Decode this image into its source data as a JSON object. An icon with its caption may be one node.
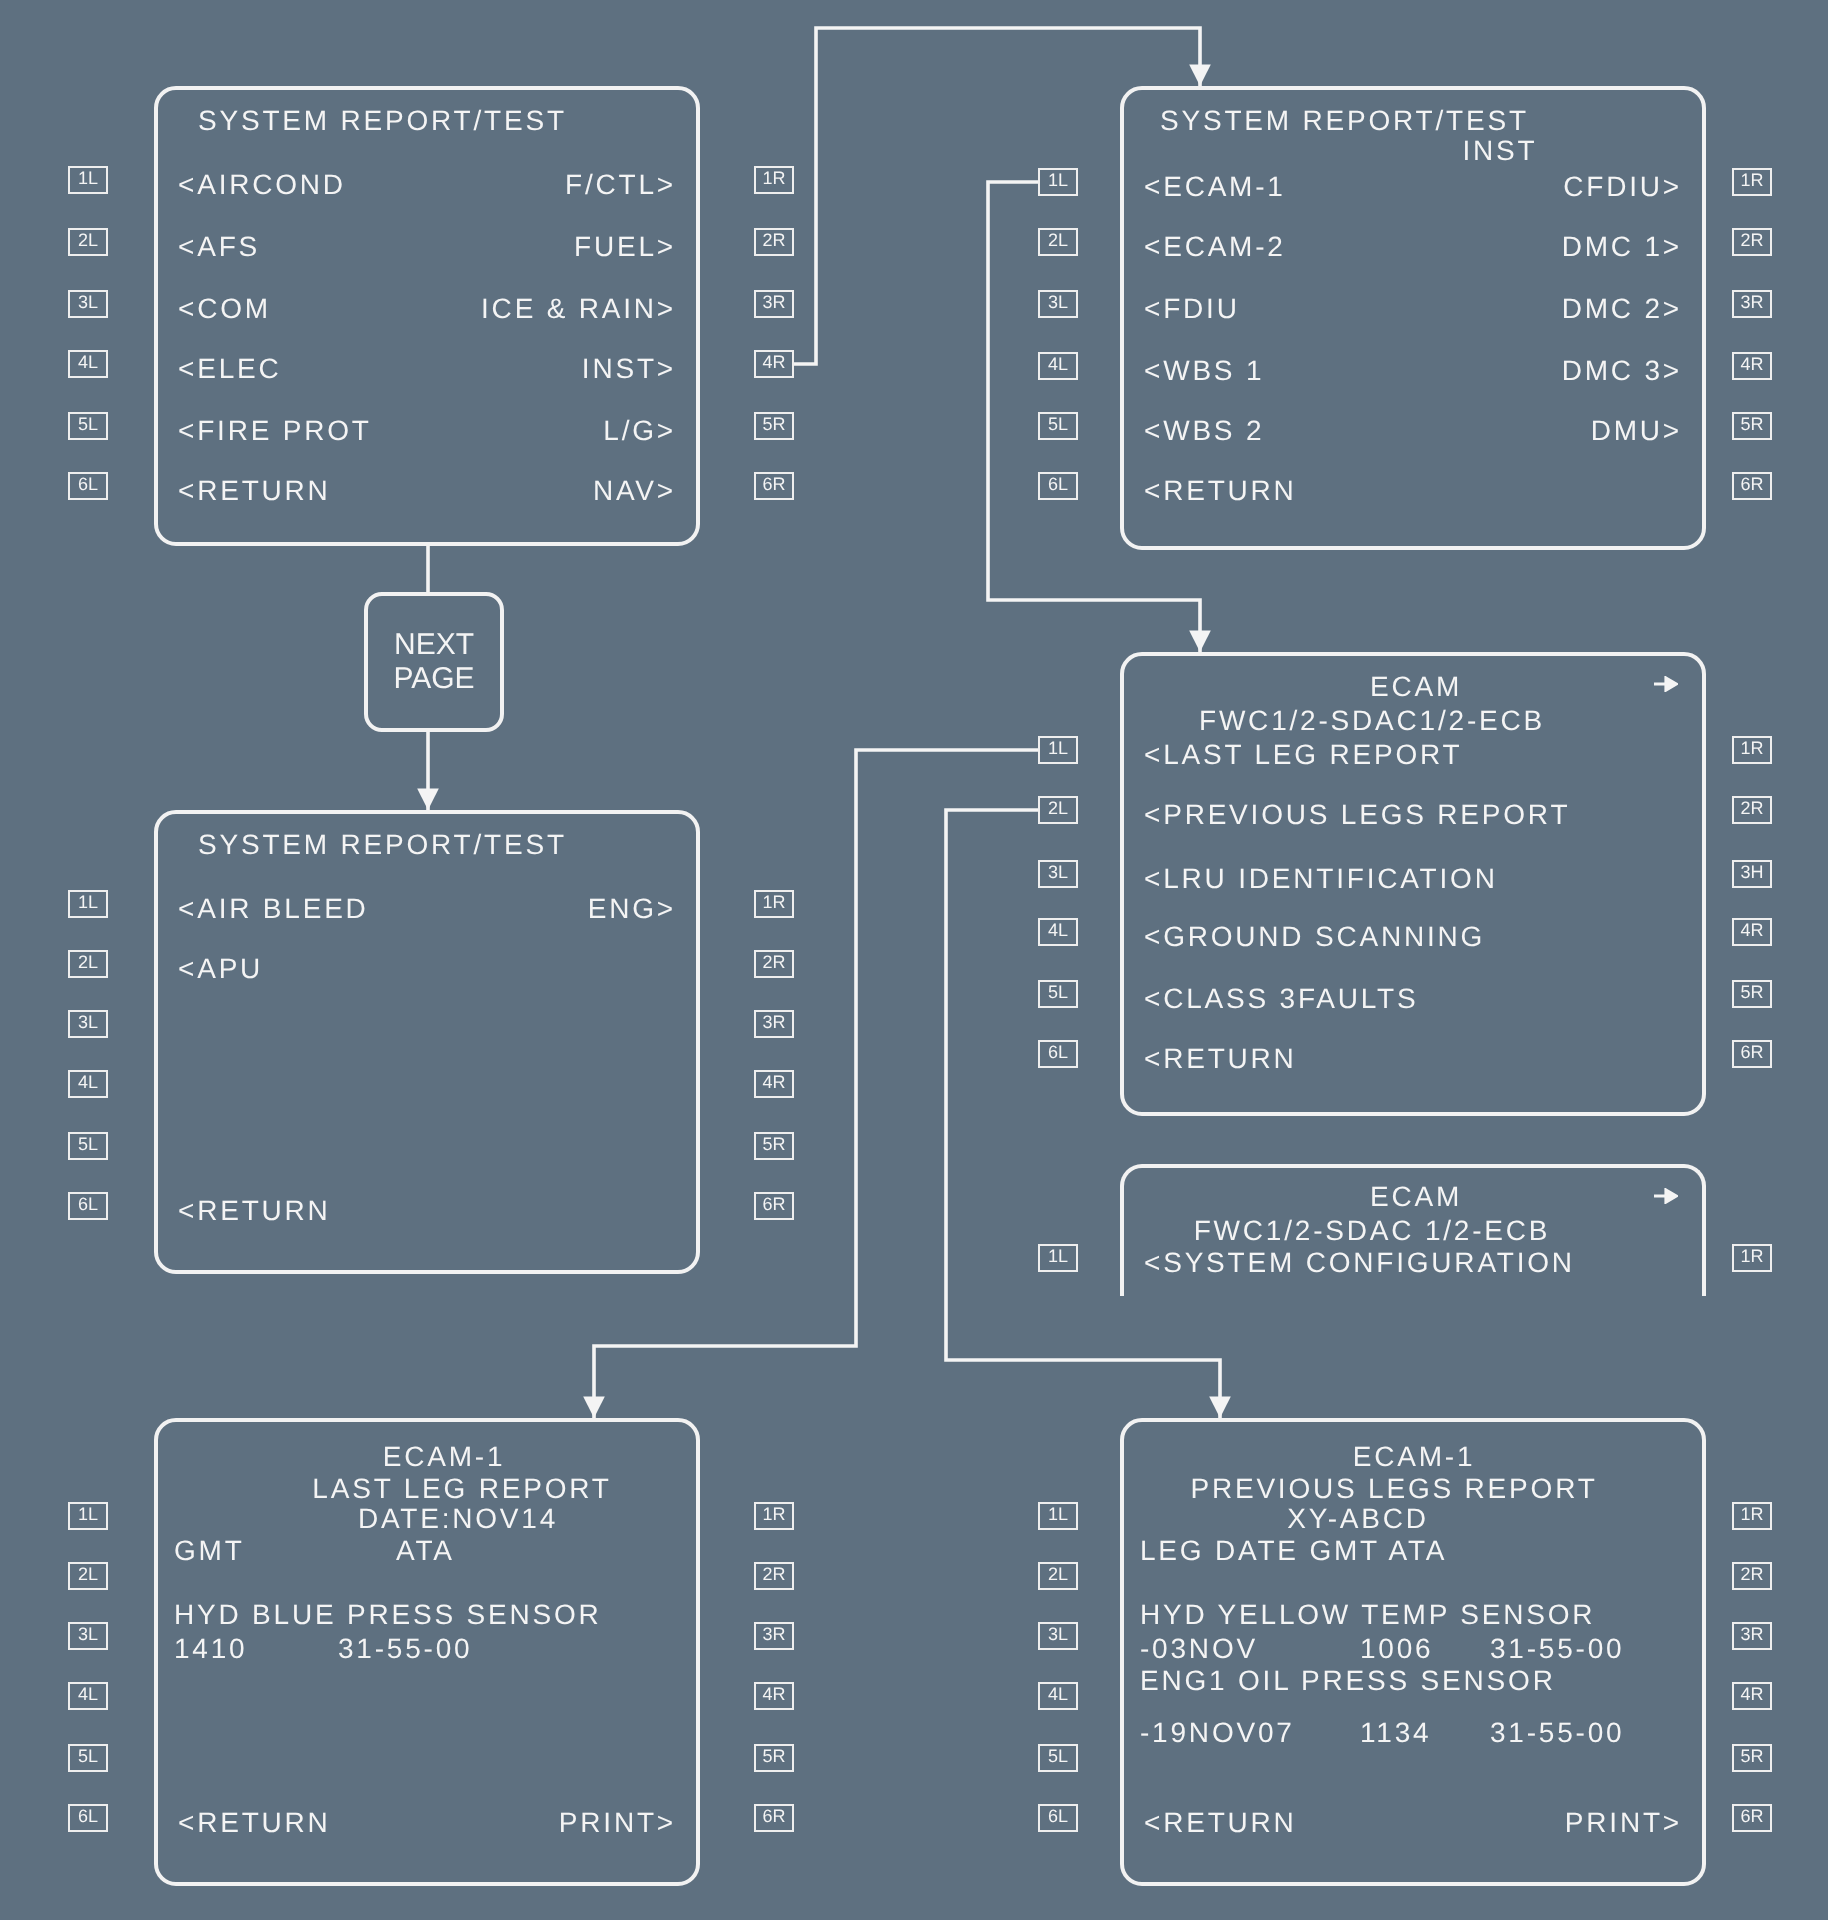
{
  "diagram": {
    "nodes": [
      {
        "text": [
          "SYSTEM REPORT/TEST",
          "<AIRCOND",
          "F/CTL>",
          "<AFS",
          "FUEL>",
          "<COM",
          "ICE & RAIN>",
          "<ELEC",
          "INST>",
          "<FIRE PROT",
          "L/G>",
          "<RETURN",
          "NAV>"
        ]
      },
      {
        "text": [
          "1L"
        ]
      },
      {
        "text": [
          "1R"
        ]
      },
      {
        "text": [
          "2L"
        ]
      },
      {
        "text": [
          "2R"
        ]
      },
      {
        "text": [
          "3L"
        ]
      },
      {
        "text": [
          "3R"
        ]
      },
      {
        "text": [
          "4L"
        ]
      },
      {
        "text": [
          "4R"
        ]
      },
      {
        "text": [
          "5L"
        ]
      },
      {
        "text": [
          "5R"
        ]
      },
      {
        "text": [
          "6L"
        ]
      },
      {
        "text": [
          "6R"
        ]
      },
      {
        "text": [
          "NEXT PAGE"
        ]
      },
      {
        "text": [
          "SYSTEM REPORT/TEST",
          "<AIR BLEED",
          "ENG>",
          "<APU",
          "<RETURN"
        ]
      },
      {
        "text": [
          "1L"
        ]
      },
      {
        "text": [
          "1R"
        ]
      },
      {
        "text": [
          "2L"
        ]
      },
      {
        "text": [
          "2R"
        ]
      },
      {
        "text": [
          "3L"
        ]
      },
      {
        "text": [
          "3R"
        ]
      },
      {
        "text": [
          "4L"
        ]
      },
      {
        "text": [
          "4R"
        ]
      },
      {
        "text": [
          "5L"
        ]
      },
      {
        "text": [
          "5R"
        ]
      },
      {
        "text": [
          "6L"
        ]
      },
      {
        "text": [
          "6R"
        ]
      },
      {
        "text": [
          "SYSTEM REPORT/TEST",
          "INST",
          "<ECAM-1",
          "CFDIU>",
          "<ECAM-2",
          "DMC 1>",
          "<FDIU",
          "DMC 2>",
          "<WBS 1",
          "DMC 3>",
          "<WBS 2",
          "DMU>",
          "<RETURN"
        ]
      },
      {
        "text": [
          "1L"
        ]
      },
      {
        "text": [
          "1R"
        ]
      },
      {
        "text": [
          "2L"
        ]
      },
      {
        "text": [
          "2R"
        ]
      },
      {
        "text": [
          "3L"
        ]
      },
      {
        "text": [
          "3R"
        ]
      },
      {
        "text": [
          "4L"
        ]
      },
      {
        "text": [
          "4R"
        ]
      },
      {
        "text": [
          "5L"
        ]
      },
      {
        "text": [
          "5R"
        ]
      },
      {
        "text": [
          "6L"
        ]
      },
      {
        "text": [
          "6R"
        ]
      },
      {
        "text": [
          "ECAM",
          "FWC1/2-SDAC1/2-ECB",
          "<LAST LEG REPORT",
          "<PREVIOUS LEGS REPORT",
          "<LRU IDENTIFICATION",
          "<GROUND SCANNING",
          "<CLASS 3FAULTS",
          "<RETURN"
        ]
      },
      {
        "text": [
          "1L"
        ]
      },
      {
        "text": [
          "1R"
        ]
      },
      {
        "text": [
          "2L"
        ]
      },
      {
        "text": [
          "2R"
        ]
      },
      {
        "text": [
          "3L"
        ]
      },
      {
        "text": [
          "3H"
        ]
      },
      {
        "text": [
          "4L"
        ]
      },
      {
        "text": [
          "4R"
        ]
      },
      {
        "text": [
          "5L"
        ]
      },
      {
        "text": [
          "5R"
        ]
      },
      {
        "text": [
          "6L"
        ]
      },
      {
        "text": [
          "6R"
        ]
      },
      {
        "text": [
          "ECAM",
          "FWC1/2-SDAC 1/2-ECB",
          "<SYSTEM CONFIGURATION"
        ]
      },
      {
        "text": [
          "1L"
        ]
      },
      {
        "text": [
          "1R"
        ]
      },
      {
        "text": [
          "ECAM-1",
          "LAST LEG REPORT",
          "DATE:NOV14",
          "GMT",
          "ATA",
          "HYD BLUE PRESS SENSOR",
          "1410",
          "31-55-00",
          "<RETURN",
          "PRINT>"
        ]
      },
      {
        "text": [
          "1L"
        ]
      },
      {
        "text": [
          "1R"
        ]
      },
      {
        "text": [
          "2L"
        ]
      },
      {
        "text": [
          "2R"
        ]
      },
      {
        "text": [
          "3L"
        ]
      },
      {
        "text": [
          "3R"
        ]
      },
      {
        "text": [
          "4L"
        ]
      },
      {
        "text": [
          "4R"
        ]
      },
      {
        "text": [
          "5L"
        ]
      },
      {
        "text": [
          "5R"
        ]
      },
      {
        "text": [
          "6L"
        ]
      },
      {
        "text": [
          "6R"
        ]
      },
      {
        "text": [
          "ECAM-1",
          "PREVIOUS LEGS REPORT",
          "XY-ABCD",
          "LEG DATE GMT ATA",
          "HYD YELLOW TEMP SENSOR",
          "-03NOV",
          "1006",
          "31-55-00",
          "ENG1 OIL PRESS SENSOR",
          "-19NOV07",
          "1134",
          "31-55-00",
          "<RETURN",
          "PRINT>"
        ]
      },
      {
        "text": [
          "1L"
        ]
      },
      {
        "text": [
          "1R"
        ]
      },
      {
        "text": [
          "2L"
        ]
      },
      {
        "text": [
          "2R"
        ]
      },
      {
        "text": [
          "3L"
        ]
      },
      {
        "text": [
          "3R"
        ]
      },
      {
        "text": [
          "4L"
        ]
      },
      {
        "text": [
          "4R"
        ]
      },
      {
        "text": [
          "5L"
        ]
      },
      {
        "text": [
          "5R"
        ]
      },
      {
        "text": [
          "6L"
        ]
      },
      {
        "text": [
          "6R"
        ]
      }
    ],
    "edges": [
      {
        "from": 0,
        "to": 13,
        "arrow": "none"
      },
      {
        "from": 13,
        "to": 14,
        "arrow": "to"
      },
      {
        "from": 8,
        "to": 27,
        "arrow": "to"
      },
      {
        "from": 28,
        "to": 40,
        "arrow": "to"
      },
      {
        "from": 41,
        "to": 56,
        "arrow": "to"
      },
      {
        "from": 43,
        "to": 69,
        "arrow": "to"
      }
    ]
  }
}
